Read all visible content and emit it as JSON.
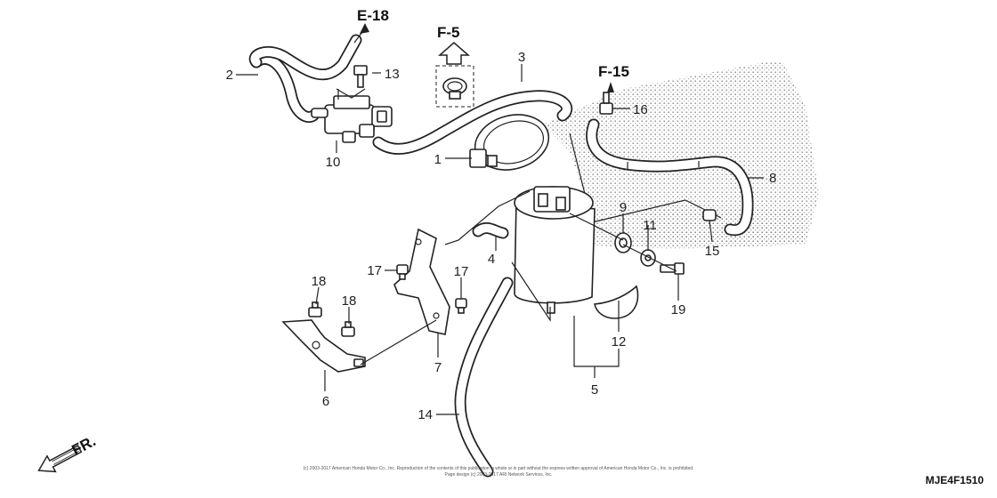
{
  "diagram": {
    "code": "MJE4F1510",
    "direction_label": "FR.",
    "copyright_line1": "(c) 2003-2017 American Honda Motor Co., Inc. Reproduction of the contents of this publication in whole or in part without the express written approval of American Honda Motor Co., Inc. is prohibited.",
    "copyright_line2": "Page design (c) 2003-2017 ARI Network Services, Inc.",
    "refs": {
      "e18": "E-18",
      "f5": "F-5",
      "f15": "F-15"
    },
    "callouts": {
      "c1": "1",
      "c2": "2",
      "c3": "3",
      "c4": "4",
      "c5": "5",
      "c6": "6",
      "c7": "7",
      "c8": "8",
      "c9": "9",
      "c10": "10",
      "c11": "11",
      "c12": "12",
      "c13": "13",
      "c14": "14",
      "c15": "15",
      "c16": "16",
      "c17a": "17",
      "c17b": "17",
      "c18a": "18",
      "c18b": "18",
      "c19": "19"
    }
  }
}
